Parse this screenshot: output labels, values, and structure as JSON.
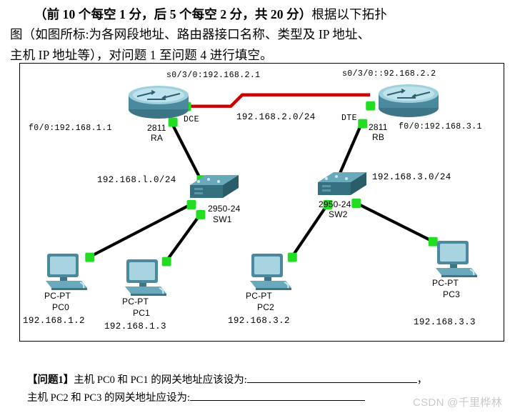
{
  "header": {
    "bold_part": "（前 10 个每空 1 分，后 5 个每空 2 分，共 20 分）",
    "rest_line1": "根据以下拓扑",
    "line2": "图（如图所标:为各网段地址、路由器接口名称、类型及 IP 地址、",
    "line3": "主机 IP 地址等），对问题 1 至问题 4 进行填空。"
  },
  "topology": {
    "routers": [
      {
        "id": "RA",
        "name": "RA",
        "model": "2811",
        "serial_label": "s0/3/0:192.168.2.1",
        "serial_type": "DCE",
        "ethernet_label": "f0/0:192.168.1.1"
      },
      {
        "id": "RB",
        "name": "RB",
        "model": "2811",
        "serial_label": "s0/3/0::92.168.2.2",
        "serial_type": "DTE",
        "ethernet_label": "f0/0:192.168.3.1"
      }
    ],
    "switches": [
      {
        "id": "SW1",
        "name": "SW1",
        "model": "2950-24",
        "network": "192.168.l.0/24"
      },
      {
        "id": "SW2",
        "name": "SW2",
        "model": "2950-24",
        "network": "192.168.3.0/24"
      }
    ],
    "wan_network": "192.168.2.0/24",
    "hosts": [
      {
        "id": "PC0",
        "type": "PC-PT",
        "name": "PC0",
        "ip": "192.168.1.2"
      },
      {
        "id": "PC1",
        "type": "PC-PT",
        "name": "PC1",
        "ip": "192.168.1.3"
      },
      {
        "id": "PC2",
        "type": "PC-PT",
        "name": "PC2",
        "ip": "192.168.3.2"
      },
      {
        "id": "PC3",
        "type": "PC-PT",
        "name": "PC3",
        "ip": "192.168.3.3"
      }
    ],
    "colors": {
      "serial_link": "#cc0000",
      "ethernet_link": "#000000",
      "link_dot": "#22dd22",
      "device_body": "#4b8a9e",
      "device_top": "#7fb8c8",
      "frame_border": "#000000"
    }
  },
  "question": {
    "tag": "【问题1】",
    "line1_pre": "主机 PC0 和 PC1 的网关地址应该设为:",
    "line1_post": "，",
    "line2_pre": "主机 PC2 和 PC3 的网关地址应设为:",
    "line2_post": ""
  },
  "watermark": {
    "text": "CSDN @千里桦林"
  }
}
